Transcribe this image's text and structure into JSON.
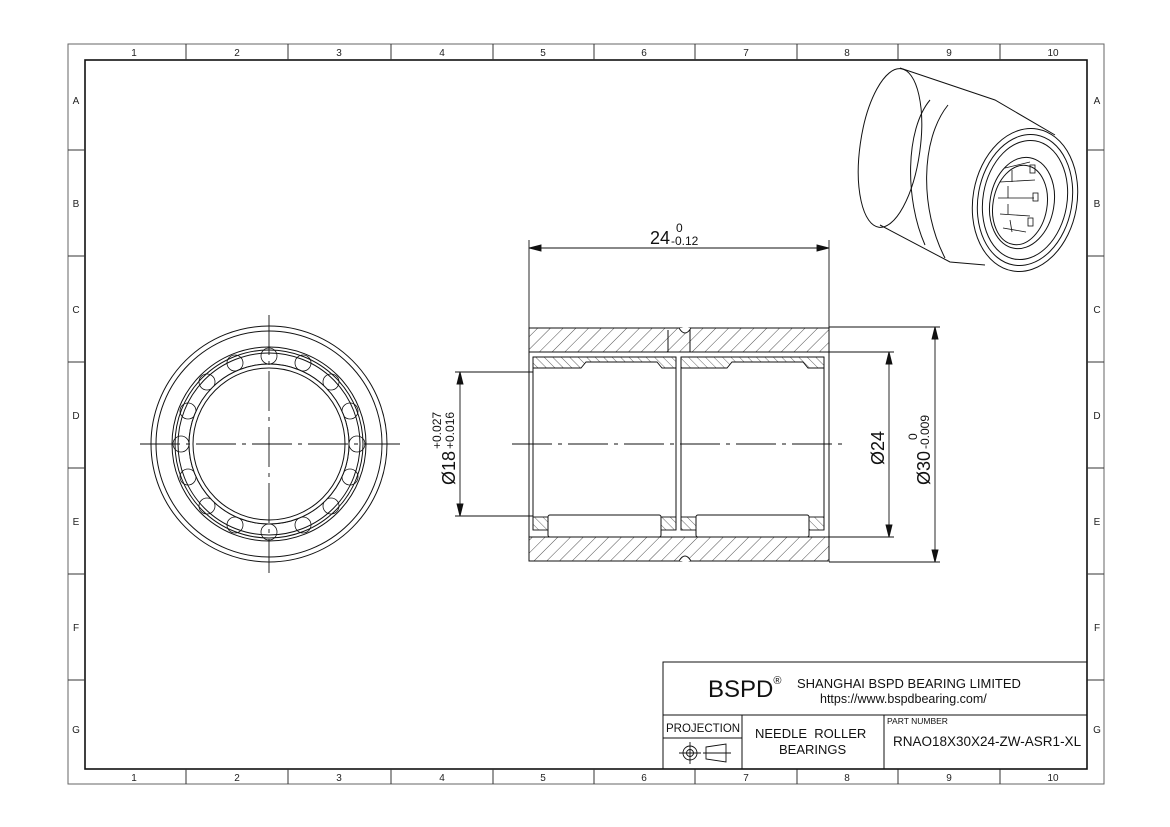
{
  "drawing": {
    "columns": [
      "1",
      "2",
      "3",
      "4",
      "5",
      "6",
      "7",
      "8",
      "9",
      "10"
    ],
    "rows": [
      "A",
      "B",
      "C",
      "D",
      "E",
      "F",
      "G"
    ]
  },
  "dimensions": {
    "length": {
      "nominal": "24",
      "upper": "0",
      "lower": "-0.12"
    },
    "bore": {
      "nominal": "Ø18",
      "upper": "+0.027",
      "lower": "+0.016"
    },
    "roller_dia": {
      "nominal": "Ø24"
    },
    "outer": {
      "nominal": "Ø30",
      "upper": "0",
      "lower": "-0.009"
    }
  },
  "title_block": {
    "brand": "BSPD",
    "registered_mark": "®",
    "company": "SHANGHAI BSPD BEARING LIMITED",
    "website": "https://www.bspdbearing.com/",
    "projection_label": "PROJECTION",
    "description_line1": "NEEDLE  ROLLER",
    "description_line2": "BEARINGS",
    "part_number_label": "PART NUMBER",
    "part_number": "RNAO18X30X24-ZW-ASR1-XL"
  },
  "colors": {
    "line": "#111111",
    "frame": "#555555",
    "background": "#ffffff"
  }
}
